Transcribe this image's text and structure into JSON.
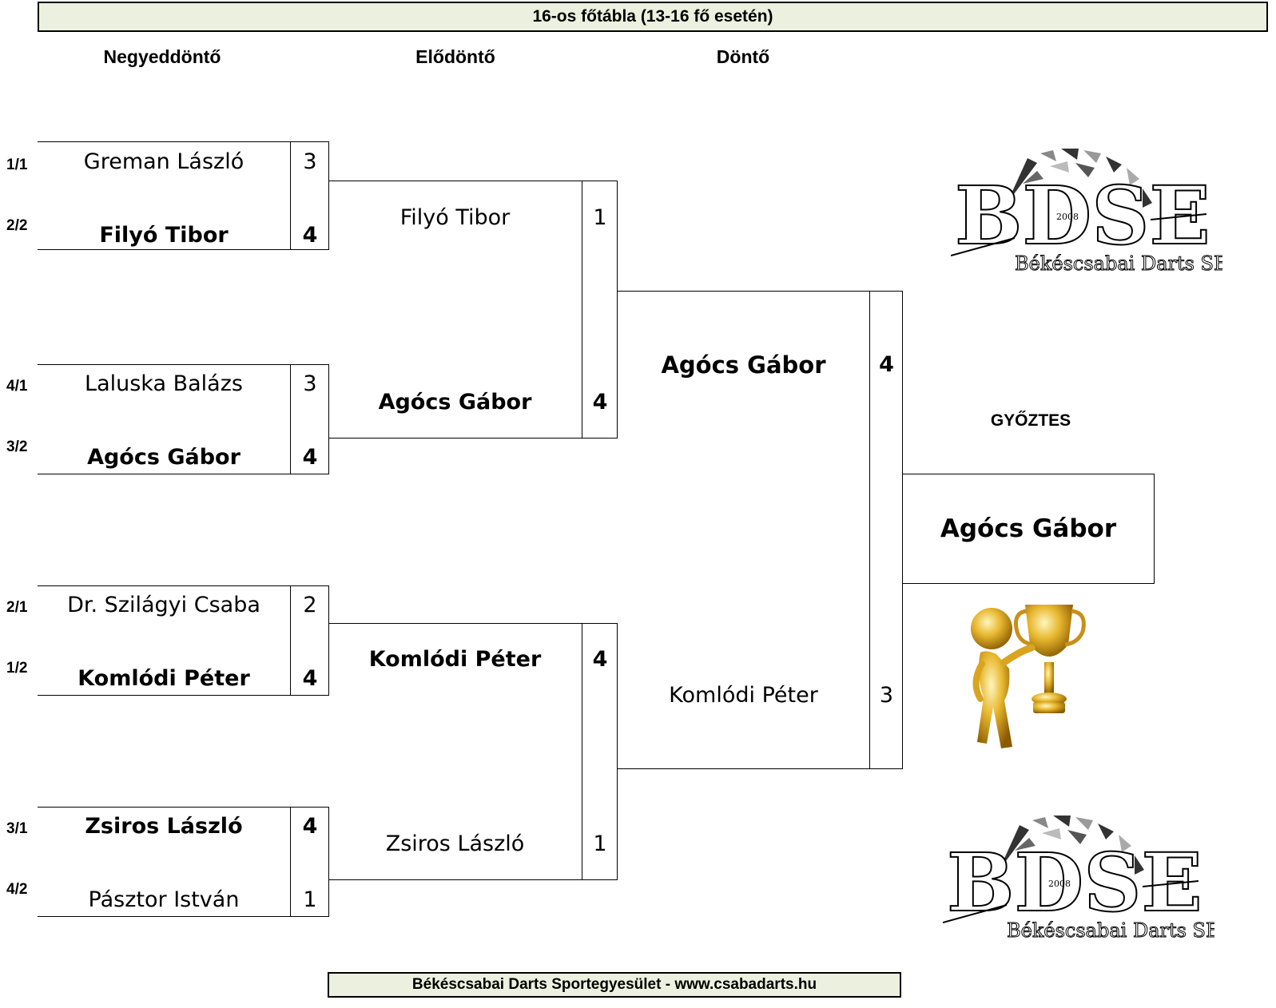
{
  "title": "16-os főtábla (13-16 fő esetén)",
  "footer": "Békéscsabai Darts Sportegyesület - www.csabadarts.hu",
  "rounds": {
    "quarter": "Negyeddöntő",
    "semi": "Elődöntő",
    "final": "Döntő"
  },
  "quarterfinals": [
    {
      "p1": {
        "seed": "1/1",
        "name": "Greman László",
        "score": "3"
      },
      "p2": {
        "seed": "2/2",
        "name": "Filyó Tibor",
        "score": "4"
      }
    },
    {
      "p1": {
        "seed": "4/1",
        "name": "Laluska Balázs",
        "score": "3"
      },
      "p2": {
        "seed": "3/2",
        "name": "Agócs Gábor",
        "score": "4"
      }
    },
    {
      "p1": {
        "seed": "2/1",
        "name": "Dr. Szilágyi Csaba",
        "score": "2"
      },
      "p2": {
        "seed": "1/2",
        "name": "Komlódi Péter",
        "score": "4"
      }
    },
    {
      "p1": {
        "seed": "3/1",
        "name": "Zsiros László",
        "score": "4"
      },
      "p2": {
        "seed": "4/2",
        "name": "Pásztor István",
        "score": "1"
      }
    }
  ],
  "semifinals": [
    {
      "p1": {
        "name": "Filyó Tibor",
        "score": "1"
      },
      "p2": {
        "name": "Agócs Gábor",
        "score": "4"
      }
    },
    {
      "p1": {
        "name": "Komlódi Péter",
        "score": "4"
      },
      "p2": {
        "name": "Zsiros László",
        "score": "1"
      }
    }
  ],
  "final": {
    "p1": {
      "name": "Agócs Gábor",
      "score": "4"
    },
    "p2": {
      "name": "Komlódi Péter",
      "score": "3"
    }
  },
  "winner_label": "GYŐZTES",
  "winner_name": "Agócs Gábor",
  "logo": {
    "text": "Békéscsabai Darts SE",
    "year": "2008",
    "letters": "BDSE"
  },
  "icons": [
    "trophy-icon",
    "club-logo"
  ],
  "colors": {
    "bar_bg": "#ebf1de",
    "trophy_gold": "#d4a017"
  }
}
